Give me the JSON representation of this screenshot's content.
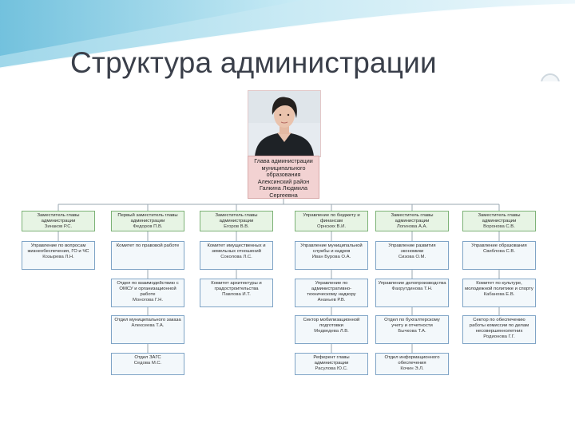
{
  "slide": {
    "title": "Структура администрации"
  },
  "head": {
    "role": "Глава администрации муниципального образования Алексинский район",
    "name": "Галкина Людмила Сергеевна"
  },
  "deputies": [
    {
      "title": "Заместитель главы администрации",
      "name": "Зинаков Р.С."
    },
    {
      "title": "Первый заместитель главы администрации",
      "name": "Федоров П.В."
    },
    {
      "title": "Заместитель главы администрации",
      "name": "Егоров В.В."
    },
    {
      "title": "Управление по бюджету и финансам",
      "name": "Орнских В.И."
    },
    {
      "title": "Заместитель главы администрации",
      "name": "Логинова А.А."
    },
    {
      "title": "Заместитель главы администрации",
      "name": "Воронова С.В."
    }
  ],
  "subunits": [
    [
      {
        "title": "Управление по вопросам жизнеобеспечения, ГО и ЧС",
        "name": "Козырева Л.Н."
      }
    ],
    [
      {
        "title": "Комитет по правовой работе",
        "name": ""
      },
      {
        "title": "Отдел по взаимодействию с ОМСУ и организационной работе",
        "name": "Моногова Г.Н."
      },
      {
        "title": "Отдел муниципального заказа",
        "name": "Алексеева Т.А."
      },
      {
        "title": "Отдел ЗАГС",
        "name": "Седова М.С."
      }
    ],
    [
      {
        "title": "Комитет имущественных и земельных отношений",
        "name": "Соколова Л.С."
      },
      {
        "title": "Комитет архитектуры и градостроительства",
        "name": "Павлова И.Т."
      }
    ],
    [
      {
        "title": "Управление муниципальной службы и кадров",
        "name": "Иван Бурова О.А."
      },
      {
        "title": "Управление по административно-техническому надзору",
        "name": "Ананьев Р.В."
      },
      {
        "title": "Сектор мобилизационной подготовки",
        "name": "Медведева Л.В."
      },
      {
        "title": "Референт главы администрации",
        "name": "Расулова Ю.С."
      }
    ],
    [
      {
        "title": "Управление развития экономики",
        "name": "Сизова О.М."
      },
      {
        "title": "Управление делопроизводства",
        "name": "Фахрутдинова Т.Н."
      },
      {
        "title": "Отдел по бухгалтерскому учету и отчетности",
        "name": "Бычкова Т.А."
      },
      {
        "title": "Отдел информационного обеспечения",
        "name": "Кочин Э.Л."
      }
    ],
    [
      {
        "title": "Управление образования",
        "name": "Свиблова С.В."
      },
      {
        "title": "Комитет по культуре, молодежной политике и спорту",
        "name": "Кабанова Е.В."
      },
      {
        "title": "Сектор по обеспечению работы комиссии по делам несовершеннолетних",
        "name": "Родионова Г.Г."
      }
    ]
  ]
}
